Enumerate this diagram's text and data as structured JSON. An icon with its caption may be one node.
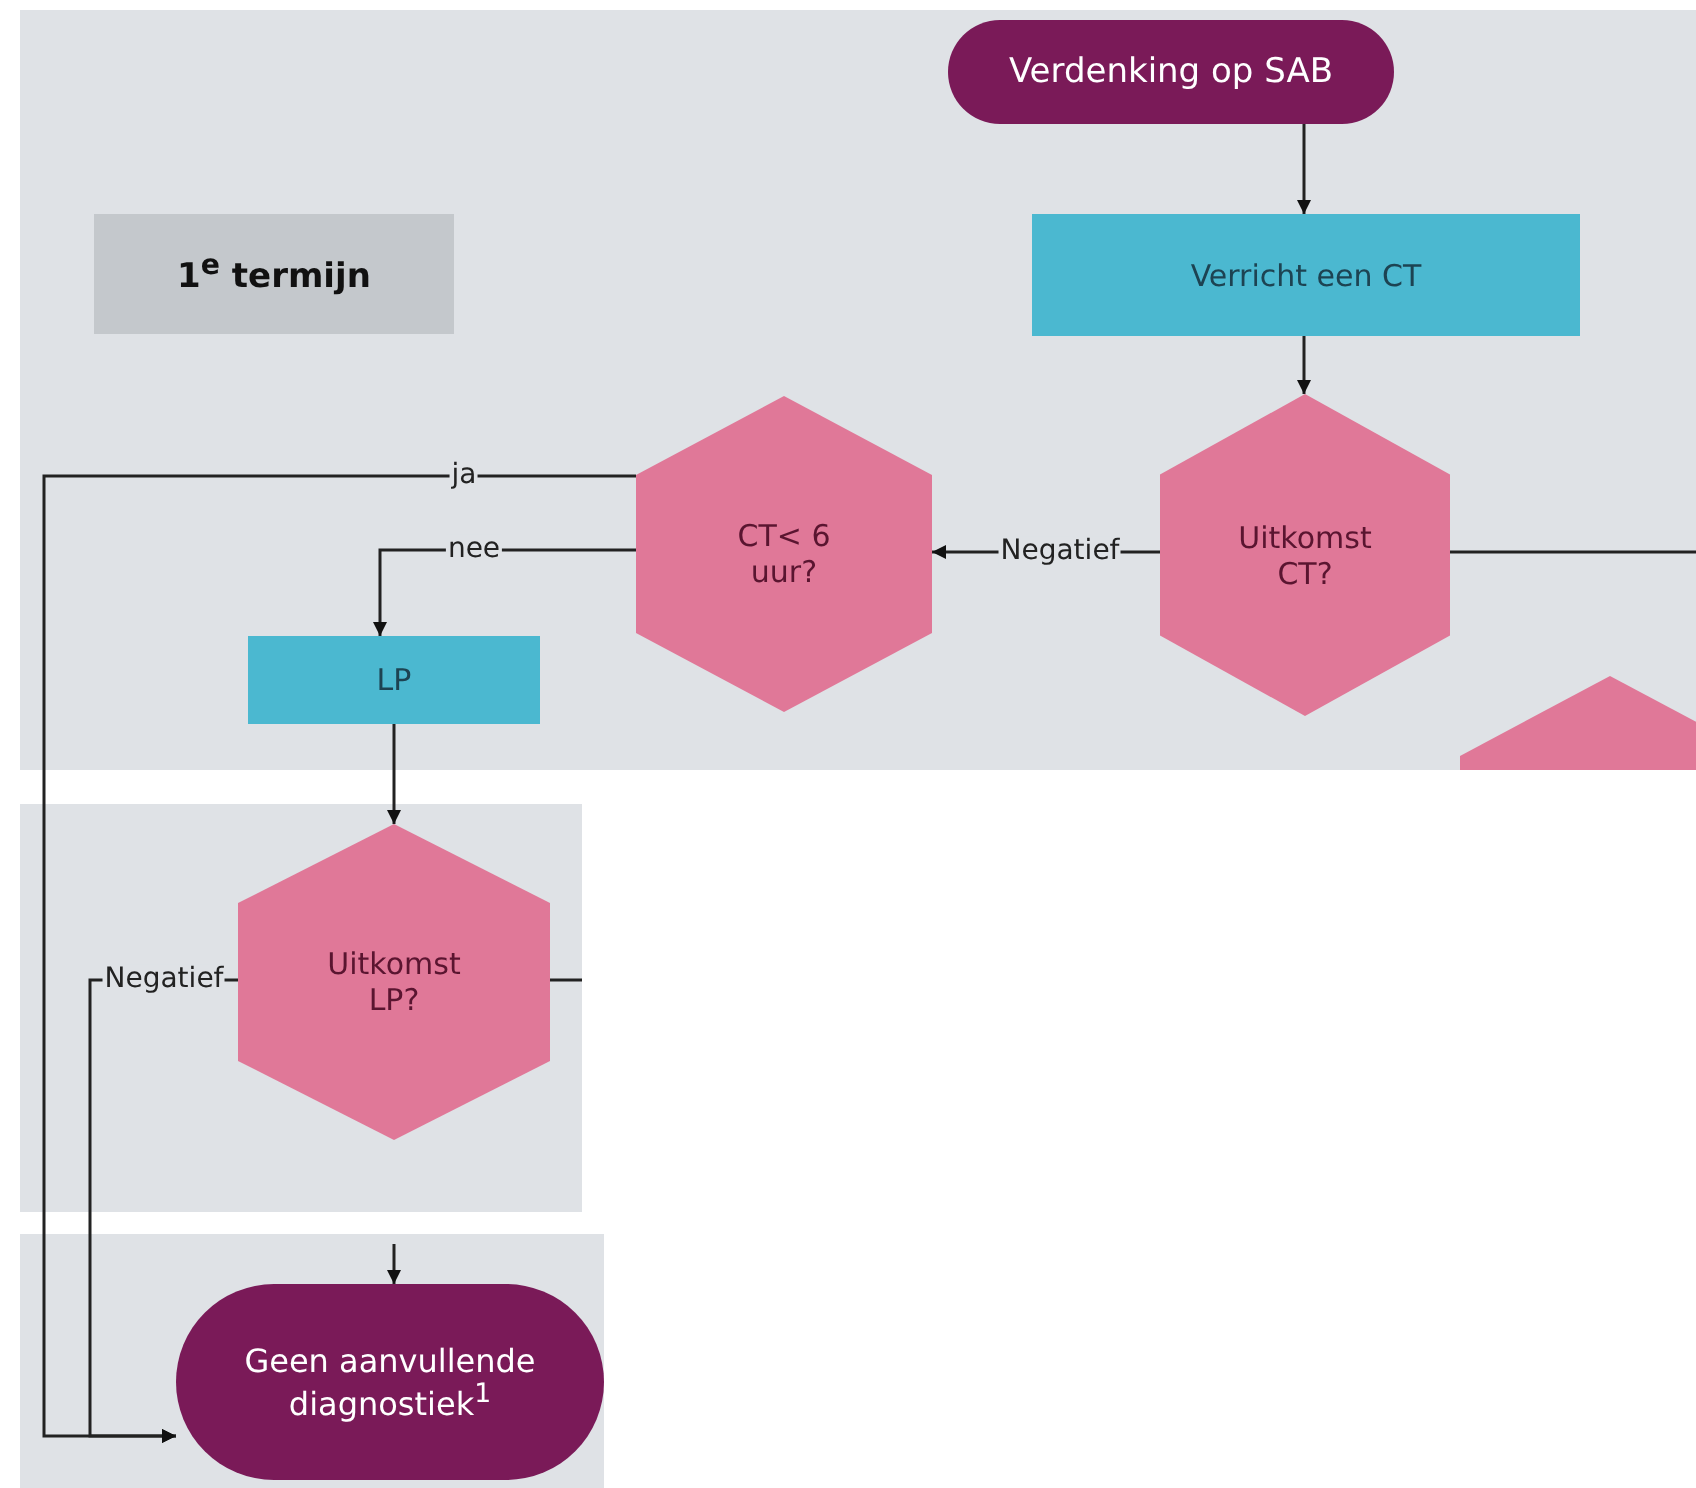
{
  "diagram": {
    "nodes": [
      {
        "text": [
          "Verdenking op SAB"
        ]
      },
      {
        "text": [
          "1$^{e}$ termijn"
        ]
      },
      {
        "text": [
          "Verricht een CT"
        ]
      },
      {
        "text": [
          "Uitkomst CT?"
        ]
      },
      {
        "text": [
          "CT< 6 uur?"
        ]
      },
      {
        "text": [
          "LP"
        ]
      },
      {
        "text": [
          "Uitkomst LP?"
        ]
      },
      {
        "text": [],
        "shape": "hexagon"
      },
      {
        "text": [
          "Geen aanvullende diagnostiek$^{1}$"
        ]
      }
    ],
    "edges": [
      {
        "from": 0,
        "to": 2,
        "arrow": "to"
      },
      {
        "from": 2,
        "to": 3,
        "arrow": "to"
      },
      {
        "from": 3,
        "to": 4,
        "arrow": "to",
        "label": "Negatief"
      },
      {
        "from": 3,
        "to": null,
        "arrow": "none"
      },
      {
        "from": 4,
        "to": 8,
        "arrow": "to",
        "label": "ja"
      },
      {
        "from": 4,
        "to": 5,
        "arrow": "to",
        "label": "nee"
      },
      {
        "from": 5,
        "to": 6,
        "arrow": "to"
      },
      {
        "from": 6,
        "to": 8,
        "arrow": "to",
        "label": "Negatief"
      },
      {
        "from": 6,
        "to": null,
        "arrow": "none"
      },
      {
        "from": null,
        "to": 8,
        "arrow": "to"
      }
    ]
  }
}
